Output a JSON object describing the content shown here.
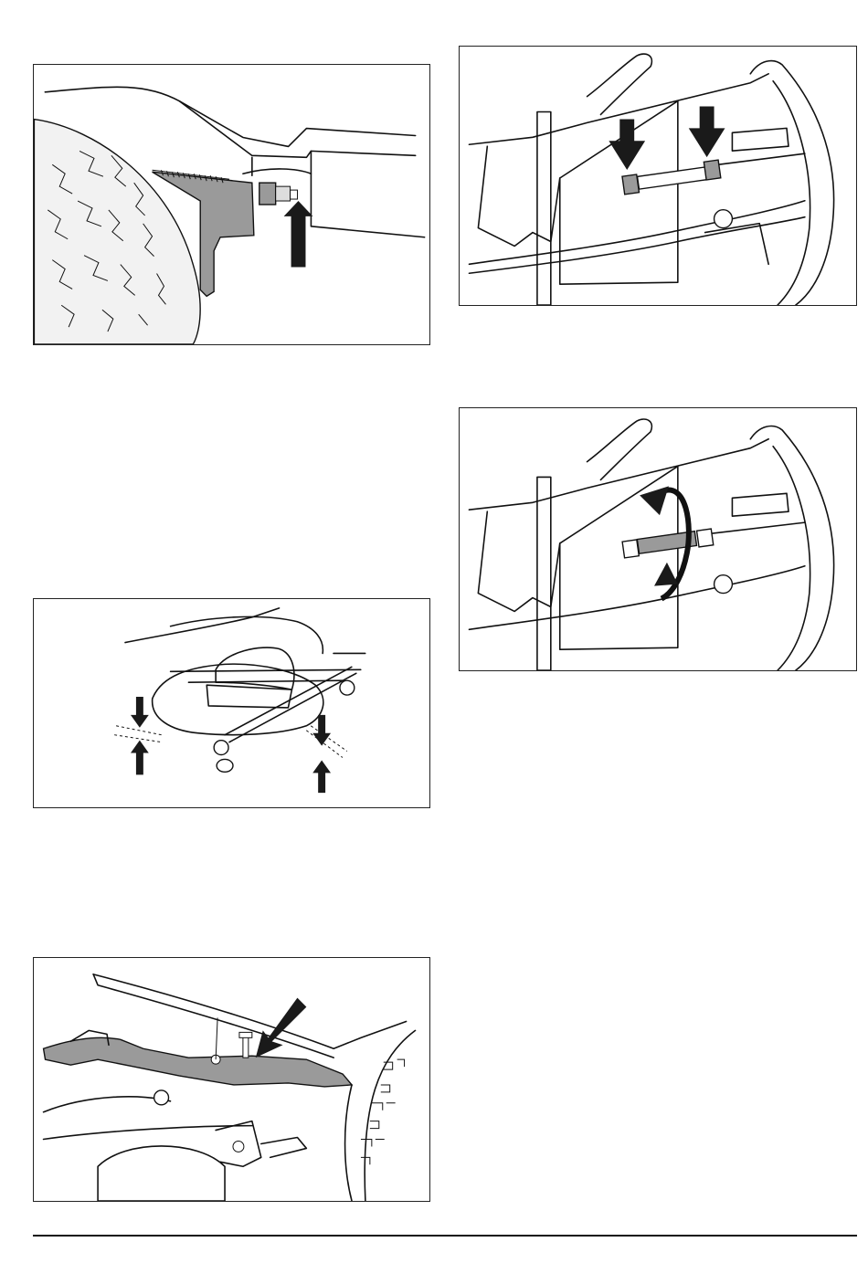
{
  "figures": [
    {
      "id": "fig1",
      "icon": "rear-bracket-adjust-arrow-illustration"
    },
    {
      "id": "fig2",
      "icon": "link-rod-nuts-arrows-illustration"
    },
    {
      "id": "fig3",
      "icon": "link-rod-rotate-illustration"
    },
    {
      "id": "fig4",
      "icon": "cutting-deck-level-arrows-illustration"
    },
    {
      "id": "fig5",
      "icon": "deck-bolt-arrow-illustration"
    }
  ],
  "footer": {
    "text": ""
  },
  "colors": {
    "line": "#111111",
    "metal": "#9a9a9a",
    "arrow": "#1a1a1a",
    "background": "#ffffff"
  }
}
